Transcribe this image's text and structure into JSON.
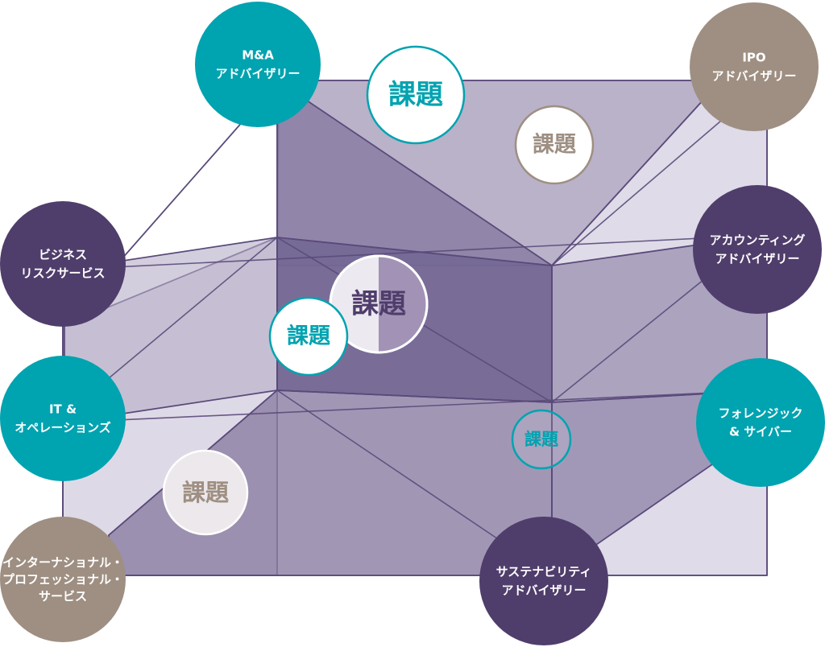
{
  "colors": {
    "teal": "#00a3b0",
    "purple": "#4f3d6b",
    "taupe": "#9e8f82",
    "box_edge": "#5a4a7a",
    "face_light": "#dcd7e6",
    "face_mid": "#b5aec6",
    "face_dark": "#8a7da3",
    "face_darker": "#6e6190"
  },
  "services": [
    {
      "id": "ma",
      "lines": [
        "M&A",
        "アドバイザリー"
      ],
      "color": "teal"
    },
    {
      "id": "ipo",
      "lines": [
        "IPO",
        "アドバイザリー"
      ],
      "color": "taupe"
    },
    {
      "id": "brs",
      "lines": [
        "ビジネス",
        "リスクサービス"
      ],
      "color": "purple"
    },
    {
      "id": "acc",
      "lines": [
        "アカウンティング",
        "アドバイザリー"
      ],
      "color": "purple"
    },
    {
      "id": "itops",
      "lines": [
        "IT &",
        "オペレーションズ"
      ],
      "color": "teal"
    },
    {
      "id": "fcy",
      "lines": [
        "フォレンジック",
        "& サイバー"
      ],
      "color": "teal"
    },
    {
      "id": "intl",
      "lines": [
        "インターナショナル・",
        "プロフェッショナル・",
        "サービス"
      ],
      "color": "taupe"
    },
    {
      "id": "sus",
      "lines": [
        "サステナビリティ",
        "アドバイザリー"
      ],
      "color": "purple"
    }
  ],
  "issues": [
    {
      "id": "issue-top",
      "label": "課題",
      "color": "teal"
    },
    {
      "id": "issue-top-right",
      "label": "課題",
      "color": "taupe"
    },
    {
      "id": "issue-center",
      "label": "課題",
      "color": "purple"
    },
    {
      "id": "issue-center-left",
      "label": "課題",
      "color": "teal"
    },
    {
      "id": "issue-center-right",
      "label": "課題",
      "color": "teal"
    },
    {
      "id": "issue-bottom-left",
      "label": "課題",
      "color": "taupe"
    }
  ]
}
